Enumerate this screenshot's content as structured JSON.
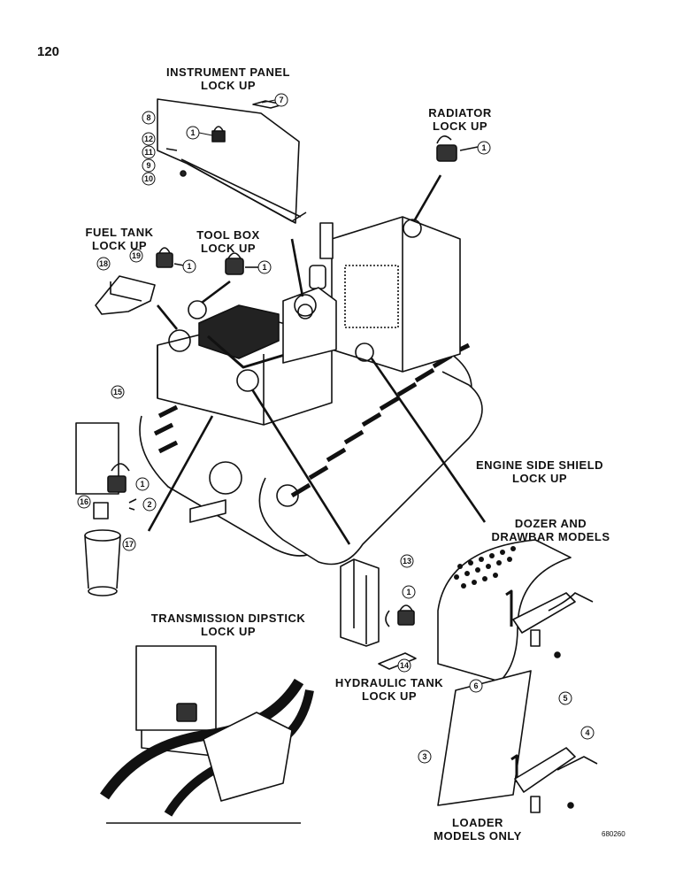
{
  "page_number": "120",
  "figure_code": "680260",
  "labels": {
    "instrument_panel": [
      "INSTRUMENT PANEL",
      "LOCK UP"
    ],
    "radiator": [
      "RADIATOR",
      "LOCK UP"
    ],
    "fuel_tank": [
      "FUEL TANK",
      "LOCK UP"
    ],
    "tool_box": [
      "TOOL BOX",
      "LOCK UP"
    ],
    "engine_side_shield": [
      "ENGINE SIDE SHIELD",
      "LOCK UP"
    ],
    "dozer_drawbar": [
      "DOZER AND",
      "DRAWBAR MODELS"
    ],
    "transmission_dipstick": [
      "TRANSMISSION DIPSTICK",
      "LOCK UP"
    ],
    "hydraulic_tank": [
      "HYDRAULIC TANK",
      "LOCK UP"
    ],
    "loader_models": [
      "LOADER",
      "MODELS ONLY"
    ]
  },
  "callouts": [
    "7",
    "8",
    "1",
    "12",
    "11",
    "9",
    "10",
    "1",
    "18",
    "19",
    "1",
    "1",
    "15",
    "1",
    "16",
    "2",
    "17",
    "13",
    "1",
    "14",
    "6",
    "5",
    "4",
    "3"
  ]
}
